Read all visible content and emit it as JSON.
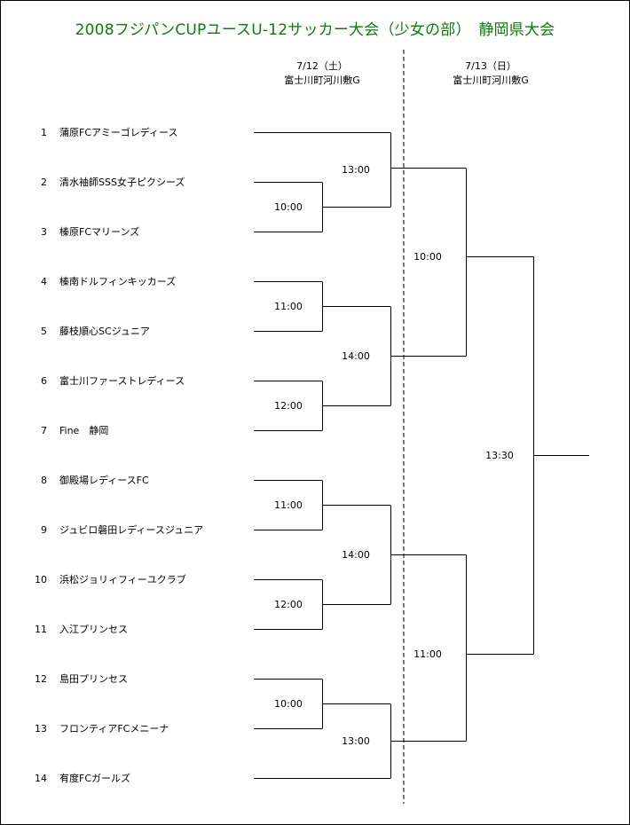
{
  "title": "2008フジパンCUPユースU-12サッカー大会（少女の部）　静岡県大会",
  "days": [
    {
      "date": "7/12（土）",
      "venue": "富士川町河川敷G"
    },
    {
      "date": "7/13（日）",
      "venue": "富士川町河川敷G"
    }
  ],
  "teams": [
    {
      "seed": "1",
      "name": "蒲原FCアミーゴレディース"
    },
    {
      "seed": "2",
      "name": "清水袖師SSS女子ピクシーズ"
    },
    {
      "seed": "3",
      "name": "榛原FCマリーンズ"
    },
    {
      "seed": "4",
      "name": "榛南ドルフィンキッカーズ"
    },
    {
      "seed": "5",
      "name": "藤枝順心SCジュニア"
    },
    {
      "seed": "6",
      "name": "富士川ファーストレディース"
    },
    {
      "seed": "7",
      "name": "Fine　静岡"
    },
    {
      "seed": "8",
      "name": "御殿場レディースFC"
    },
    {
      "seed": "9",
      "name": "ジュビロ磐田レディースジュニア"
    },
    {
      "seed": "10",
      "name": "浜松ジョリィフィーユクラブ"
    },
    {
      "seed": "11",
      "name": "入江プリンセス"
    },
    {
      "seed": "12",
      "name": "島田プリンセス"
    },
    {
      "seed": "13",
      "name": "フロンティアFCメニーナ"
    },
    {
      "seed": "14",
      "name": "有度FCガールズ"
    }
  ],
  "matches": {
    "r1_2v3": "10:00",
    "r1_4v5": "11:00",
    "r1_6v7": "12:00",
    "r1_8v9": "11:00",
    "r1_10v11": "12:00",
    "r1_12v13": "10:00",
    "r2_top1": "13:00",
    "r2_top2": "14:00",
    "r2_bot1": "14:00",
    "r2_bot2": "13:00",
    "sf_top": "10:00",
    "sf_bot": "11:00",
    "final": "13:30"
  }
}
